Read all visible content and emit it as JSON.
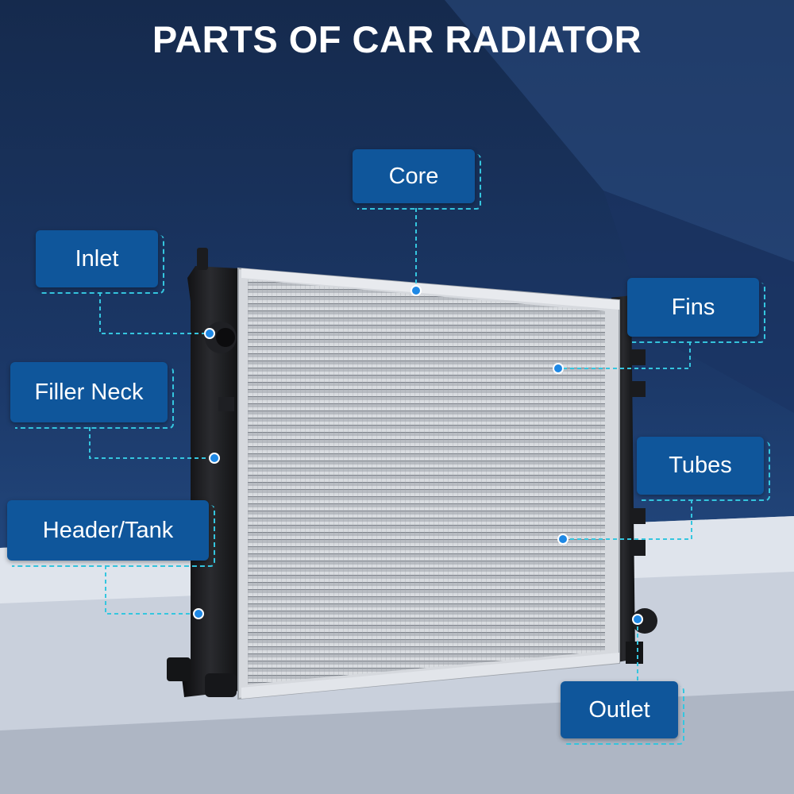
{
  "title": "PARTS OF CAR RADIATOR",
  "labels": {
    "core": "Core",
    "inlet": "Inlet",
    "filler_neck": "Filler Neck",
    "header_tank": "Header/Tank",
    "fins": "Fins",
    "tubes": "Tubes",
    "outlet": "Outlet"
  },
  "colors": {
    "label_fill": "#0f569b",
    "leader_line": "#35c6df",
    "marker_dot": "#1e88e5",
    "background": "#1b3766"
  }
}
